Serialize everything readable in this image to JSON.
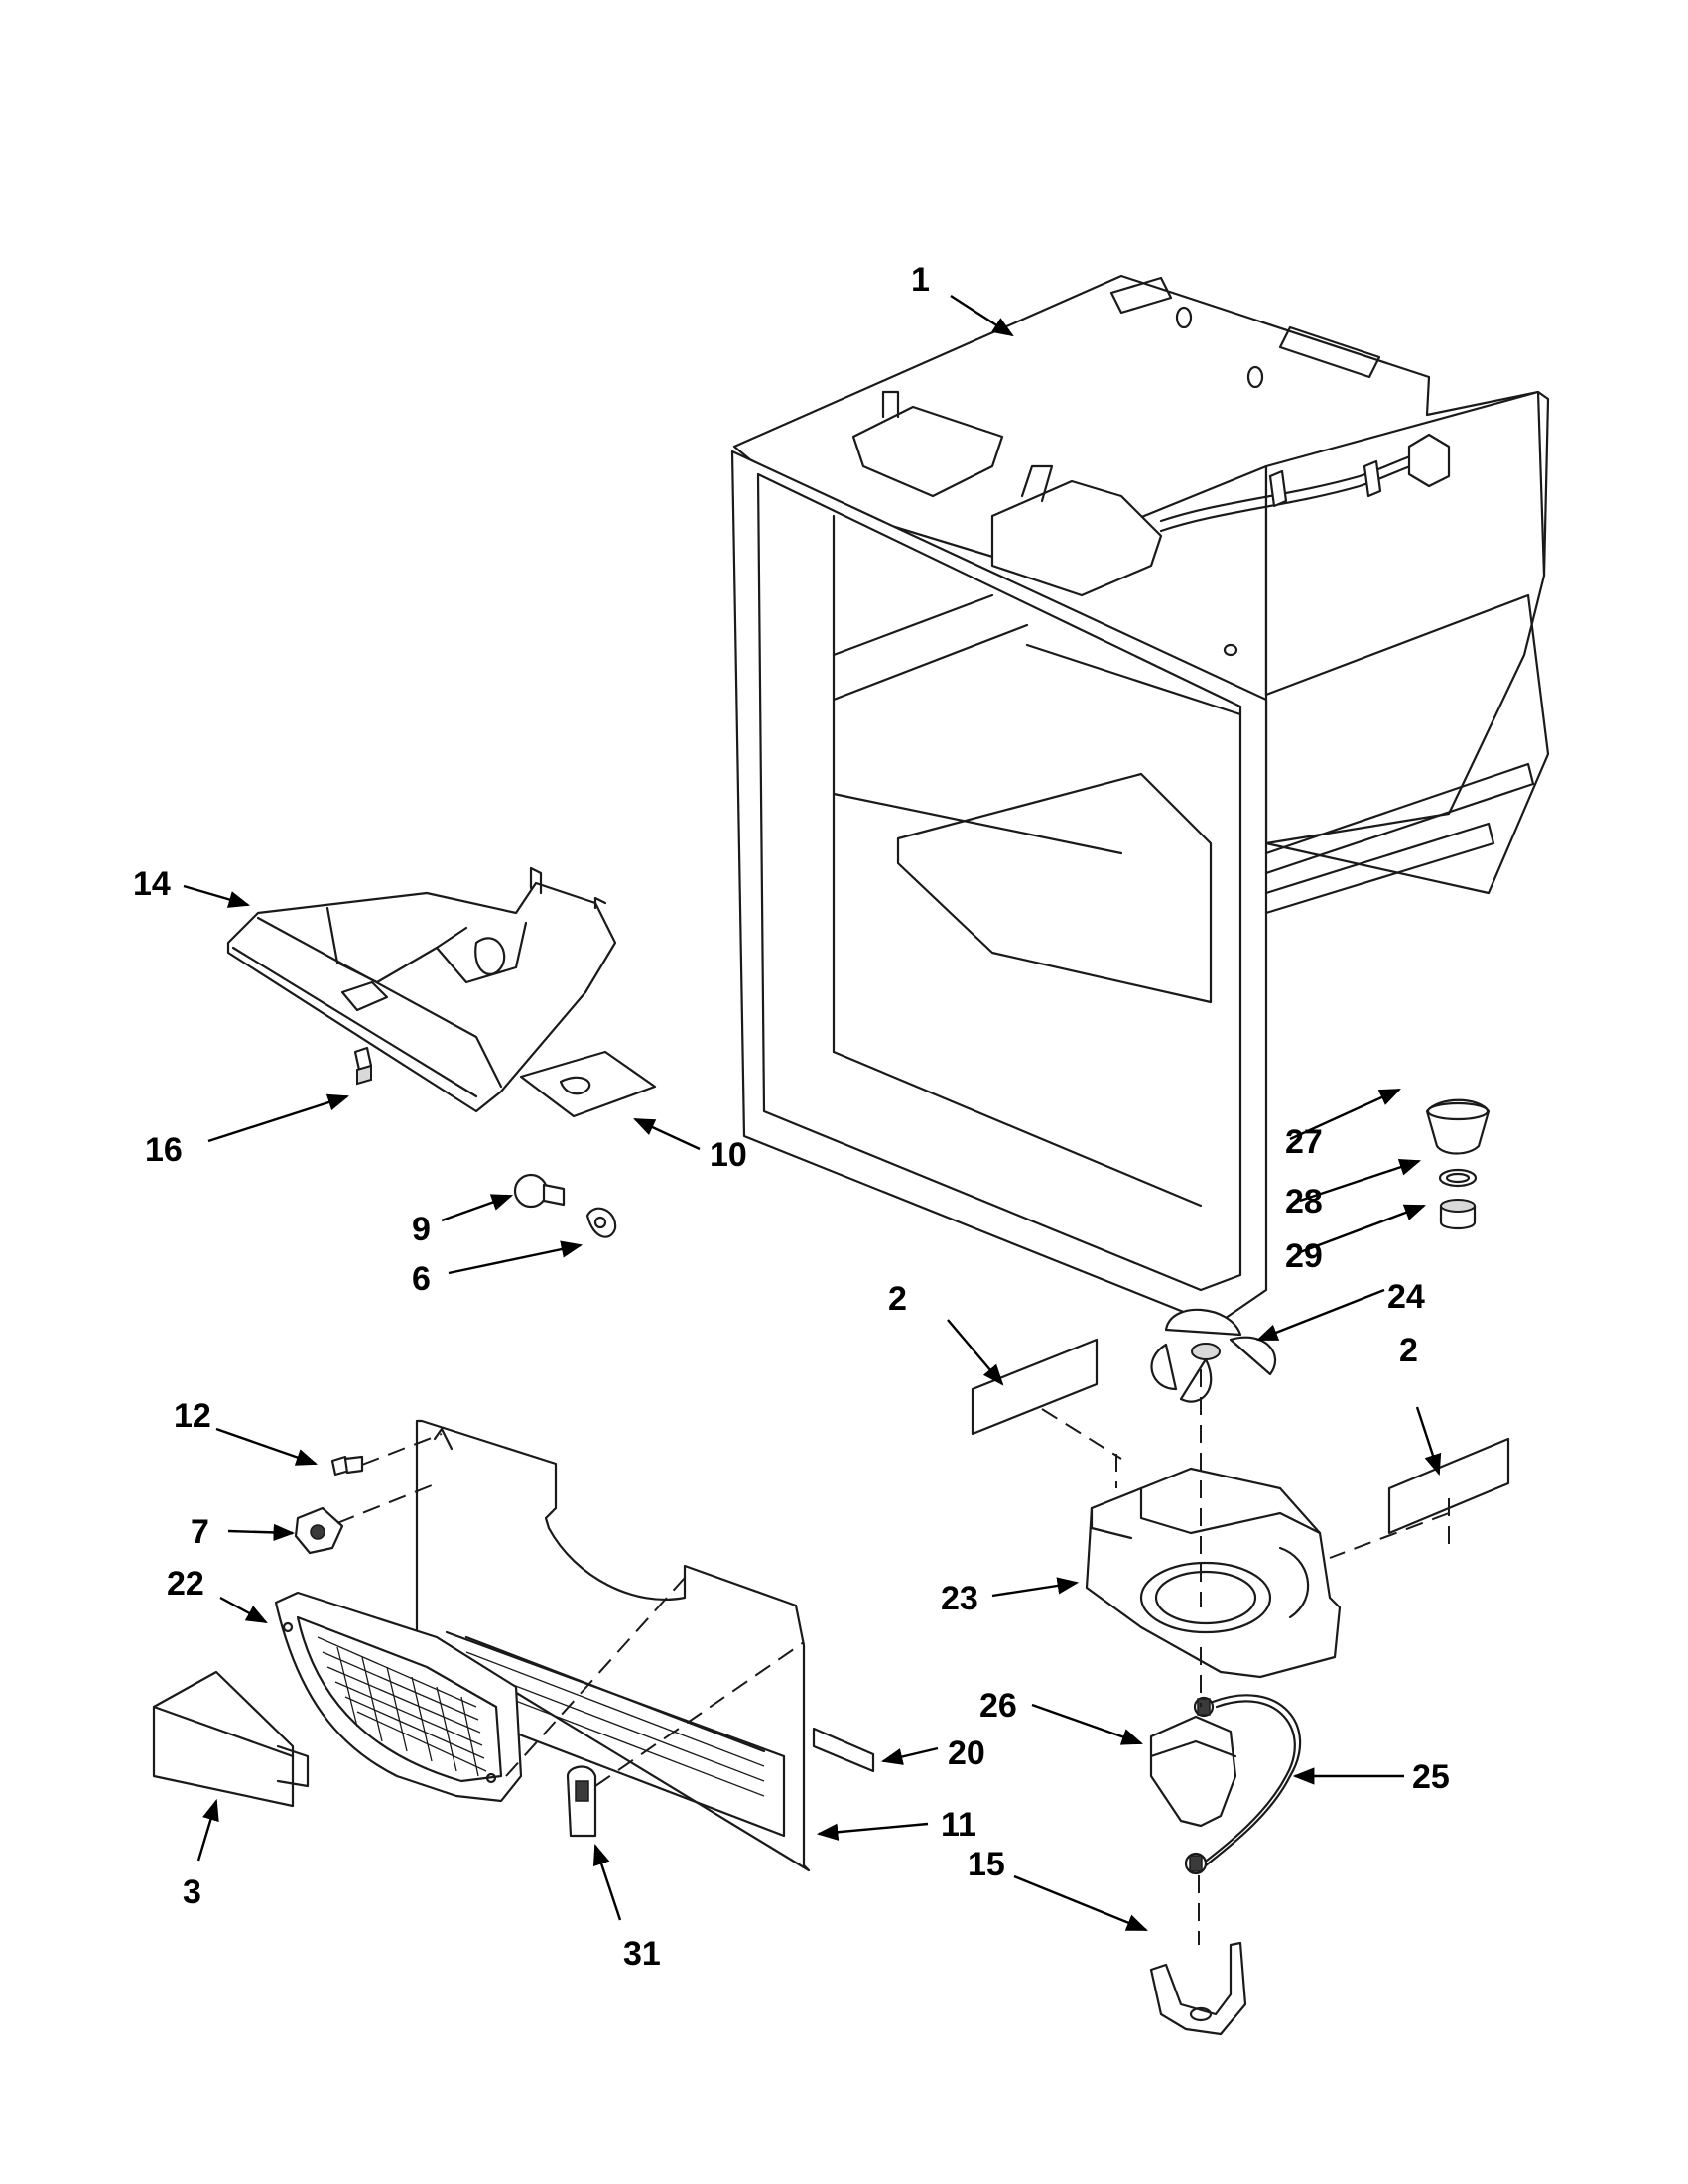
{
  "callouts": [
    {
      "id": "1",
      "text": "1"
    },
    {
      "id": "2a",
      "text": "2"
    },
    {
      "id": "2b",
      "text": "2"
    },
    {
      "id": "3",
      "text": "3"
    },
    {
      "id": "6",
      "text": "6"
    },
    {
      "id": "7",
      "text": "7"
    },
    {
      "id": "9",
      "text": "9"
    },
    {
      "id": "10",
      "text": "10"
    },
    {
      "id": "11",
      "text": "11"
    },
    {
      "id": "12",
      "text": "12"
    },
    {
      "id": "14",
      "text": "14"
    },
    {
      "id": "15",
      "text": "15"
    },
    {
      "id": "16",
      "text": "16"
    },
    {
      "id": "20",
      "text": "20"
    },
    {
      "id": "22",
      "text": "22"
    },
    {
      "id": "23",
      "text": "23"
    },
    {
      "id": "24",
      "text": "24"
    },
    {
      "id": "25",
      "text": "25"
    },
    {
      "id": "26",
      "text": "26"
    },
    {
      "id": "27",
      "text": "27"
    },
    {
      "id": "28",
      "text": "28"
    },
    {
      "id": "29",
      "text": "29"
    },
    {
      "id": "31",
      "text": "31"
    }
  ]
}
